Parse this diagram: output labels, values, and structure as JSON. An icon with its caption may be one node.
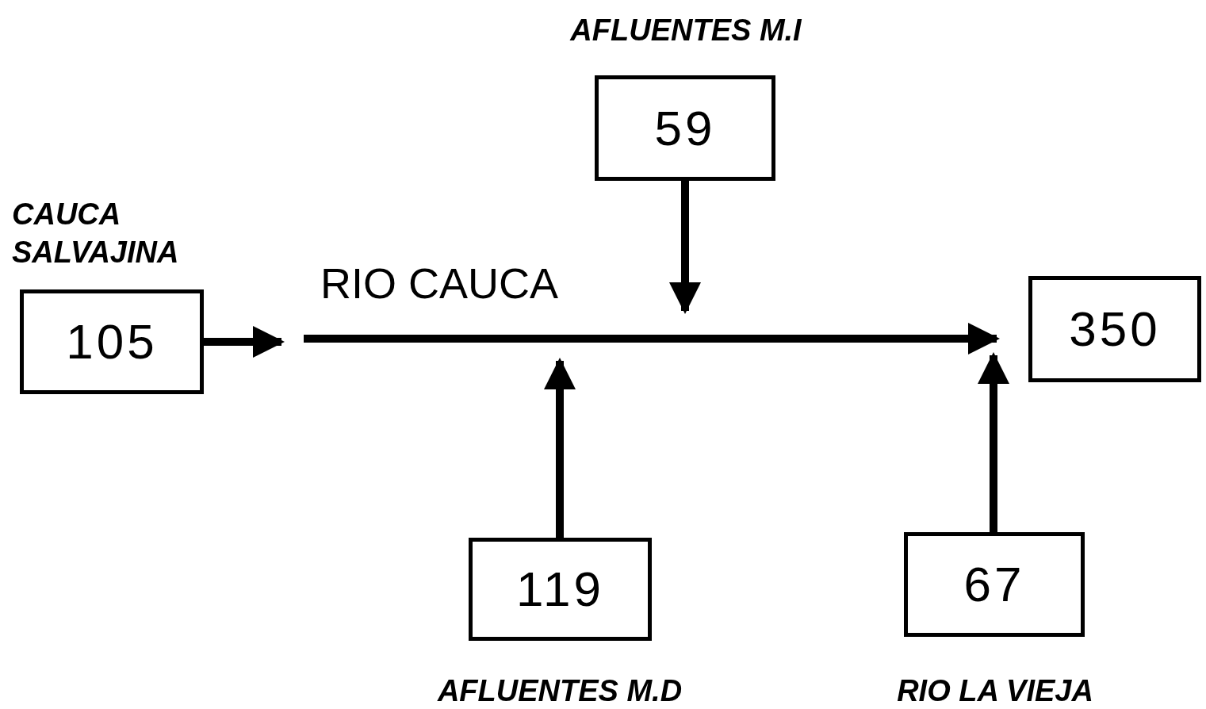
{
  "diagram": {
    "nodes": [
      {
        "text": [
          "CAUCA SALVAJINA",
          "105"
        ]
      },
      {
        "text": [
          "AFLUENTES M.I",
          "59"
        ]
      },
      {
        "text": [
          "350"
        ]
      },
      {
        "text": [
          "119",
          "AFLUENTES M.D"
        ]
      },
      {
        "text": [
          "67",
          "RIO LA VIEJA"
        ]
      }
    ],
    "edges": [
      {
        "from": 0,
        "to": null,
        "arrow": "to"
      },
      {
        "from": null,
        "to": 2,
        "arrow": "to",
        "label": "RIO CAUCA"
      },
      {
        "from": 1,
        "to": null,
        "arrow": "to"
      },
      {
        "from": 3,
        "to": null,
        "arrow": "to"
      },
      {
        "from": 4,
        "to": 2,
        "arrow": "to"
      }
    ]
  }
}
